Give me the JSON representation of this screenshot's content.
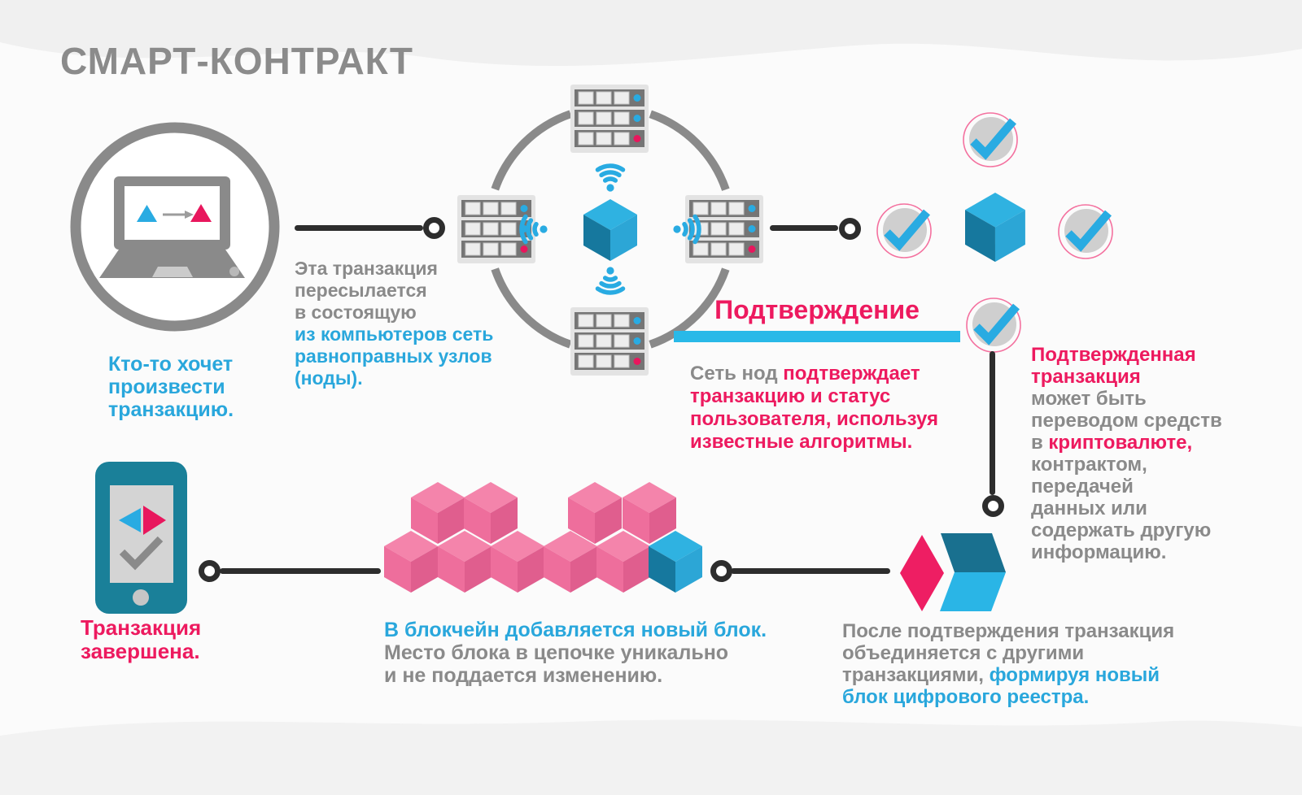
{
  "palette": {
    "text_gray": "#8a8a8a",
    "text_blue": "#29a7dc",
    "text_pink": "#ed1a5f",
    "accent_cyan": "#29abe2",
    "underline_cyan": "#29b9e8",
    "connector_black": "#2d2d2d",
    "icon_gray": "#8a8a8a",
    "phone_teal": "#1a8099",
    "diamond_pink": "#ee1e63",
    "chevron_dark_teal": "#19708f",
    "chevron_light_cyan": "#2ab5e6",
    "cube_pink_top": "#f484ab",
    "cube_pink_left": "#ee6e9c",
    "cube_pink_right": "#e05e8e",
    "cube_blue_top": "#2fb2e1",
    "cube_blue_left": "#16789e",
    "cube_blue_right": "#2ca6d6",
    "badge_circle_gray": "#cfcfcf",
    "badge_ring_pink": "#f4719f",
    "server_row_gray": "#757575",
    "server_dot_pink": "#e8175d"
  },
  "title": "СМАРТ-КОНТРАКТ",
  "icons": {
    "sender": "laptop-icon",
    "network_nodes": "server-rack-icon",
    "network_signal": "wifi-signal-icon",
    "transaction_block": "blue-cube-icon",
    "verification": "checkmark-badge-icon",
    "completion": "smartphone-icon",
    "blockchain": "isometric-cubes-icon",
    "merge": "diamond-and-chevron-block-icon"
  },
  "texts": {
    "sender_caption": [
      [
        {
          "t": "Кто-то хочет",
          "c": "blue"
        }
      ],
      [
        {
          "t": "произвести",
          "c": "blue"
        }
      ],
      [
        {
          "t": "транзакцию.",
          "c": "blue"
        }
      ]
    ],
    "intro_note": [
      [
        {
          "t": "Эта транзакция",
          "c": "gray"
        }
      ],
      [
        {
          "t": "пересылается",
          "c": "gray"
        }
      ],
      [
        {
          "t": "в состоящую",
          "c": "gray"
        }
      ],
      [
        {
          "t": "из компьютеров сеть",
          "c": "blue"
        }
      ],
      [
        {
          "t": "равноправных узлов",
          "c": "blue"
        }
      ],
      [
        {
          "t": "(ноды).",
          "c": "blue"
        }
      ]
    ],
    "confirm_title": "Подтверждение",
    "network_note": [
      [
        {
          "t": "Сеть нод ",
          "c": "gray"
        },
        {
          "t": "подтверждает",
          "c": "pink"
        }
      ],
      [
        {
          "t": "транзакцию и статус",
          "c": "pink"
        }
      ],
      [
        {
          "t": "пользователя, используя",
          "c": "pink"
        }
      ],
      [
        {
          "t": "известные алгоритмы.",
          "c": "pink"
        }
      ]
    ],
    "confirmed_note": [
      [
        {
          "t": "Подтвержденная",
          "c": "pink"
        }
      ],
      [
        {
          "t": "транзакция",
          "c": "pink"
        }
      ],
      [
        {
          "t": "может быть",
          "c": "gray"
        }
      ],
      [
        {
          "t": "переводом средств",
          "c": "gray"
        }
      ],
      [
        {
          "t": "в ",
          "c": "gray"
        },
        {
          "t": "криптовалюте,",
          "c": "pink"
        }
      ],
      [
        {
          "t": "контрактом,",
          "c": "gray"
        }
      ],
      [
        {
          "t": "передачей",
          "c": "gray"
        }
      ],
      [
        {
          "t": "данных или",
          "c": "gray"
        }
      ],
      [
        {
          "t": "содержать другую",
          "c": "gray"
        }
      ],
      [
        {
          "t": "информацию.",
          "c": "gray"
        }
      ]
    ],
    "phone_caption": [
      [
        {
          "t": "Транзакция",
          "c": "pink"
        }
      ],
      [
        {
          "t": "завершена.",
          "c": "pink"
        }
      ]
    ],
    "blockchain_note": [
      [
        {
          "t": "В блокчейн добавляется новый блок.",
          "c": "blue"
        }
      ],
      [
        {
          "t": "Место блока в цепочке уникально",
          "c": "gray"
        }
      ],
      [
        {
          "t": "и не поддается изменению.",
          "c": "gray"
        }
      ]
    ],
    "merge_note": [
      [
        {
          "t": "После подтверждения транзакция",
          "c": "gray"
        }
      ],
      [
        {
          "t": "объединяется с другими",
          "c": "gray"
        }
      ],
      [
        {
          "t": "транзакциями, ",
          "c": "gray"
        },
        {
          "t": "формируя новый",
          "c": "blue"
        }
      ],
      [
        {
          "t": "блок цифрового реестра.",
          "c": "blue"
        }
      ]
    ]
  }
}
